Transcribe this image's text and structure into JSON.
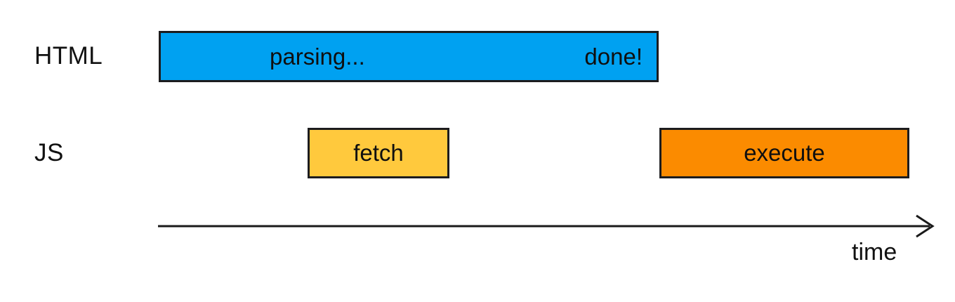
{
  "rows": [
    {
      "label": "HTML"
    },
    {
      "label": "JS"
    }
  ],
  "bars": {
    "parsing": {
      "text": "parsing...",
      "done_text": "done!",
      "color": "#00A1F1"
    },
    "fetch": {
      "text": "fetch",
      "color": "#FFC93D"
    },
    "execute": {
      "text": "execute",
      "color": "#FB8B00"
    }
  },
  "axis": {
    "label": "time"
  },
  "colors": {
    "background": "#FFFFFF",
    "border": "#1C1C1E",
    "arrow": "#1A1A1A",
    "text": "#111111"
  }
}
